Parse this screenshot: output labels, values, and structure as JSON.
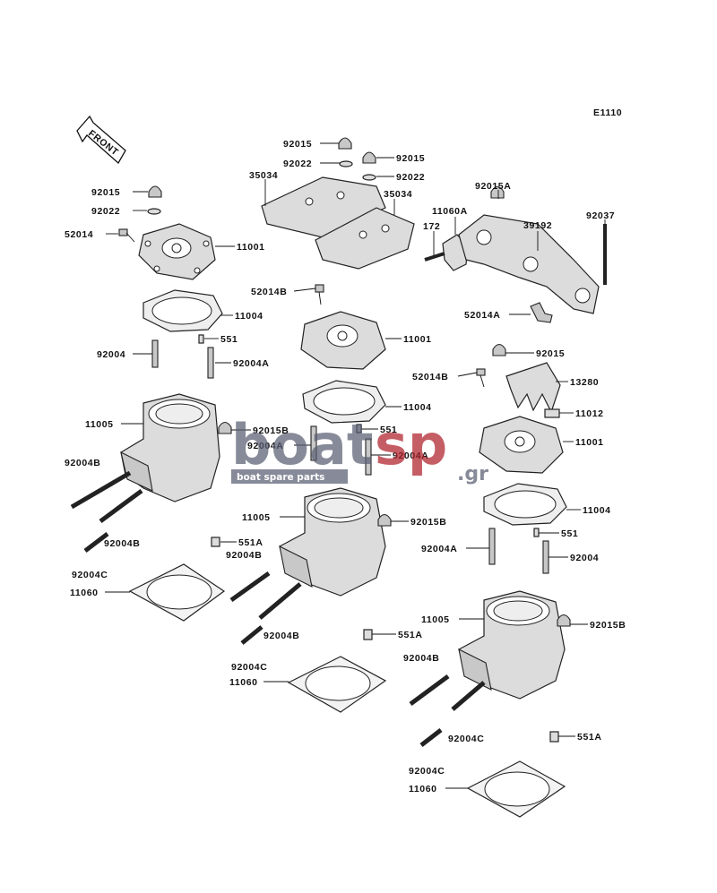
{
  "diagram_code": "E1110",
  "front_label": "FRONT",
  "watermark": {
    "brand_left": "boat",
    "brand_right": "sp",
    "suffix": ".gr",
    "tagline": "boat spare parts",
    "color_dark": "#5a5f73",
    "color_red": "#b0202a"
  },
  "labels": {
    "l1": "92015",
    "l2": "92022",
    "l3": "52014",
    "l4": "11001",
    "l5": "11004",
    "l6": "92004",
    "l7": "551",
    "l8": "92004A",
    "l9": "11005",
    "l10": "92015B",
    "l11": "92004B",
    "l12": "92004B",
    "l13": "92004C",
    "l14": "551A",
    "l15": "11060",
    "m1": "92015",
    "m2": "92015",
    "m3": "92022",
    "m4": "92022",
    "m5": "35034",
    "m6": "35034",
    "m7": "52014B",
    "m8": "11001",
    "m9": "11004",
    "m10": "92004A",
    "m11": "551",
    "m12": "92004A",
    "m13": "11005",
    "m14": "92015B",
    "m15": "92004B",
    "m16": "92004B",
    "m17": "92004C",
    "m18": "551A",
    "m19": "11060",
    "r1": "92015A",
    "r2": "11060A",
    "r3": "172",
    "r4": "39192",
    "r5": "92037",
    "r6": "52014A",
    "r7": "92015",
    "r8": "52014B",
    "r9": "13280",
    "r10": "11012",
    "r11": "11001",
    "r12": "11004",
    "r13": "92004A",
    "r14": "551",
    "r15": "92004",
    "r16": "11005",
    "r17": "92015B",
    "r18": "92004B",
    "r19": "92004C",
    "r20": "92004C",
    "r21": "551A",
    "r22": "11060"
  }
}
